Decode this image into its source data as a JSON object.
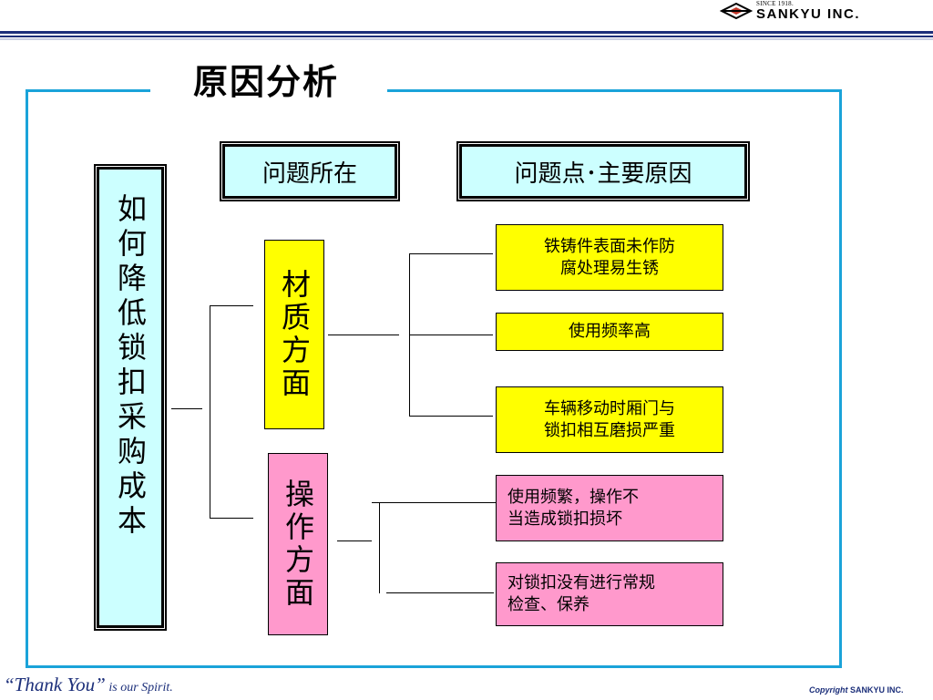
{
  "header": {
    "logo_since": "SINCE 1918.",
    "logo_name": "SANKYU INC."
  },
  "title": "原因分析",
  "columns": {
    "left_header": "问题所在",
    "right_header": "问题点･主要原因"
  },
  "main_question": "如何降低锁扣采购成本",
  "categories": [
    {
      "label": "材质方面",
      "color": "#ffff00",
      "causes": [
        {
          "lines": [
            "铁铸件表面未作防",
            "腐处理易生锈"
          ]
        },
        {
          "lines": [
            "使用频率高"
          ]
        },
        {
          "lines": [
            "车辆移动时厢门与",
            "锁扣相互磨损严重"
          ]
        }
      ]
    },
    {
      "label": "操作方面",
      "color": "#ff99cc",
      "causes": [
        {
          "lines": [
            "使用频繁，操作不",
            "当造成锁扣损坏"
          ]
        },
        {
          "lines": [
            "对锁扣没有进行常规",
            "检查、保养"
          ]
        }
      ]
    }
  ],
  "footer": {
    "slogan_main": "“Thank You”",
    "slogan_rest": " is our Spirit.",
    "copyright_label": "Copyright",
    "copyright_name": "SANKYU INC."
  },
  "colors": {
    "frame": "#1aa3d9",
    "box_fill": "#ccffff",
    "header_bar": "#1c2f7a"
  }
}
